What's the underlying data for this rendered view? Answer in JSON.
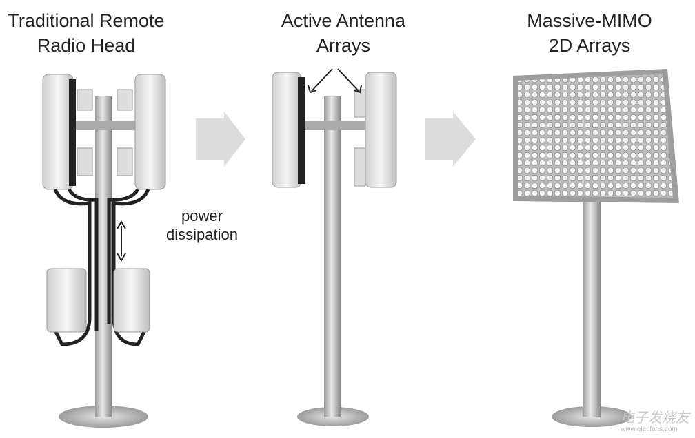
{
  "stages": [
    {
      "title_line1": "Traditional Remote",
      "title_line2": "Radio Head"
    },
    {
      "title_line1": "Active Antenna",
      "title_line2": "Arrays"
    },
    {
      "title_line1": "Massive-MIMO",
      "title_line2": "2D Arrays"
    }
  ],
  "annotation": {
    "line1": "power",
    "line2": "dissipation"
  },
  "watermark": {
    "brand": "电子发烧友",
    "url": "www.elecfans.com"
  },
  "colors": {
    "arrow": "#d9d9d9",
    "metal": "#c8c8c8",
    "panel": "#eeeeee",
    "cable": "#222222"
  }
}
